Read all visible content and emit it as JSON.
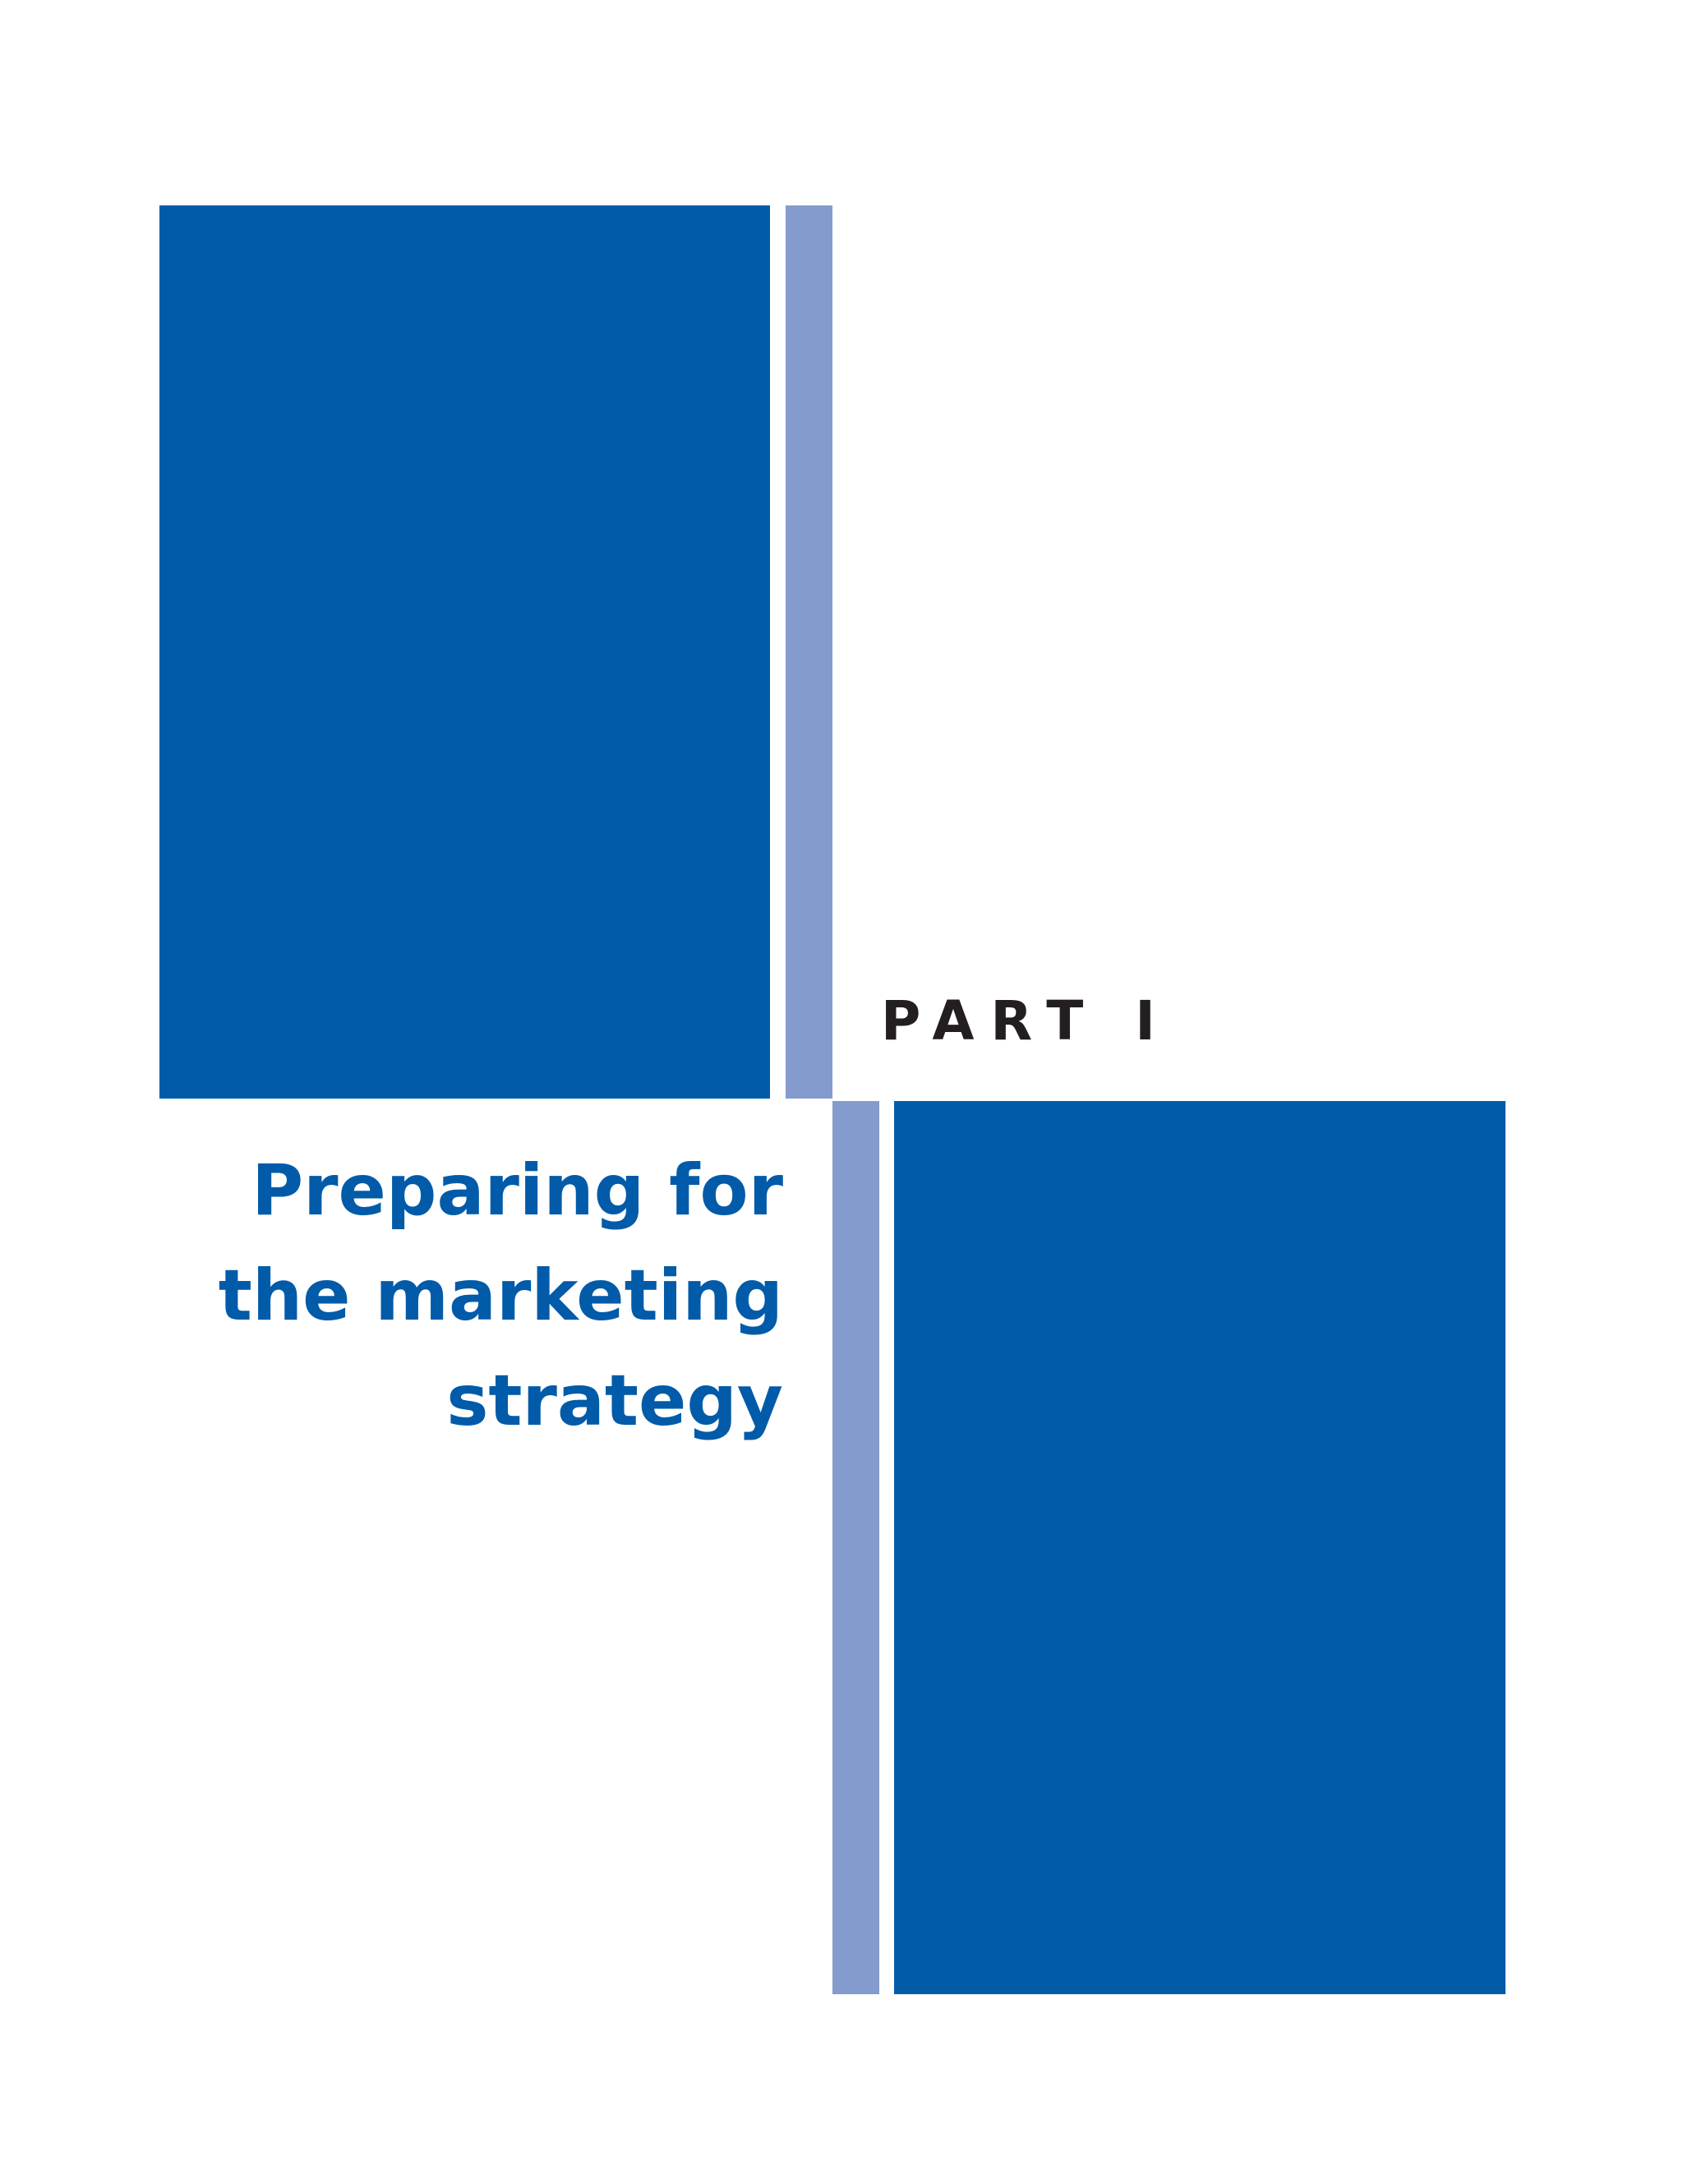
{
  "colors": {
    "primary_blue": "#025ba9",
    "accent_blue": "#839bcd",
    "label_dark": "#231f20",
    "background": "#ffffff"
  },
  "part": {
    "label": "PART I",
    "title_lines": [
      "Preparing for",
      "the marketing",
      "strategy"
    ]
  }
}
